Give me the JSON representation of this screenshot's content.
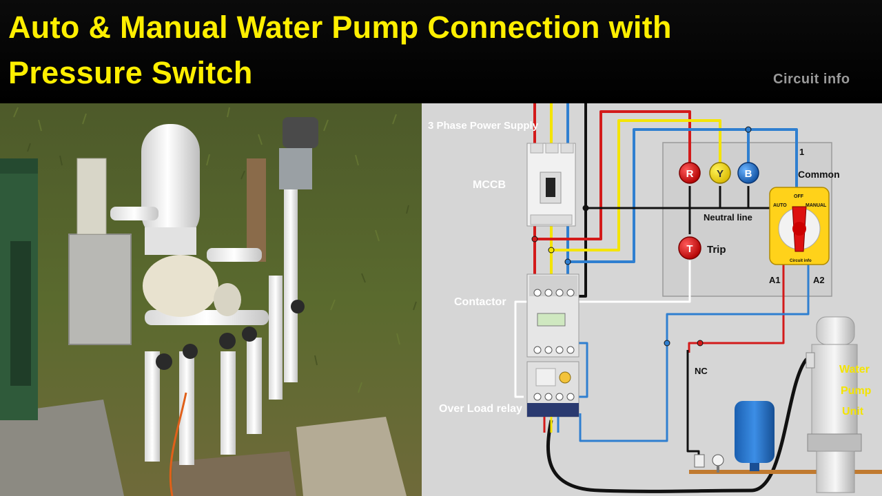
{
  "header": {
    "title_line1": "Auto & Manual  Water Pump  Connection with",
    "title_line2": "Pressure Switch",
    "channel": "Circuit  info"
  },
  "diagram": {
    "supply_label": "3 Phase Power Supply",
    "mccb_label": "MCCB",
    "contactor_label": "Contactor",
    "overload_label": "Over Load relay",
    "phase_r": "R",
    "phase_y": "Y",
    "phase_b": "B",
    "trip_lamp": "T",
    "trip_label": "Trip",
    "neutral_label": "Neutral line",
    "switch_terminal": "1",
    "common_label": "Common",
    "switch_auto": "AUTO",
    "switch_off": "OFF",
    "switch_manual": "MANUAL",
    "switch_brand": "Circuit info",
    "a1_label": "A1",
    "a2_label": "A2",
    "nc_label": "NC",
    "pump_label_1": "Water",
    "pump_label_2": "Pump",
    "pump_label_3": "Unit"
  },
  "colors": {
    "title": "#ffef00",
    "wire_red": "#d31a1a",
    "wire_yellow": "#f4e400",
    "wire_blue": "#2f7fd0",
    "wire_black": "#111111",
    "diagram_bg": "#d6d6d6"
  }
}
